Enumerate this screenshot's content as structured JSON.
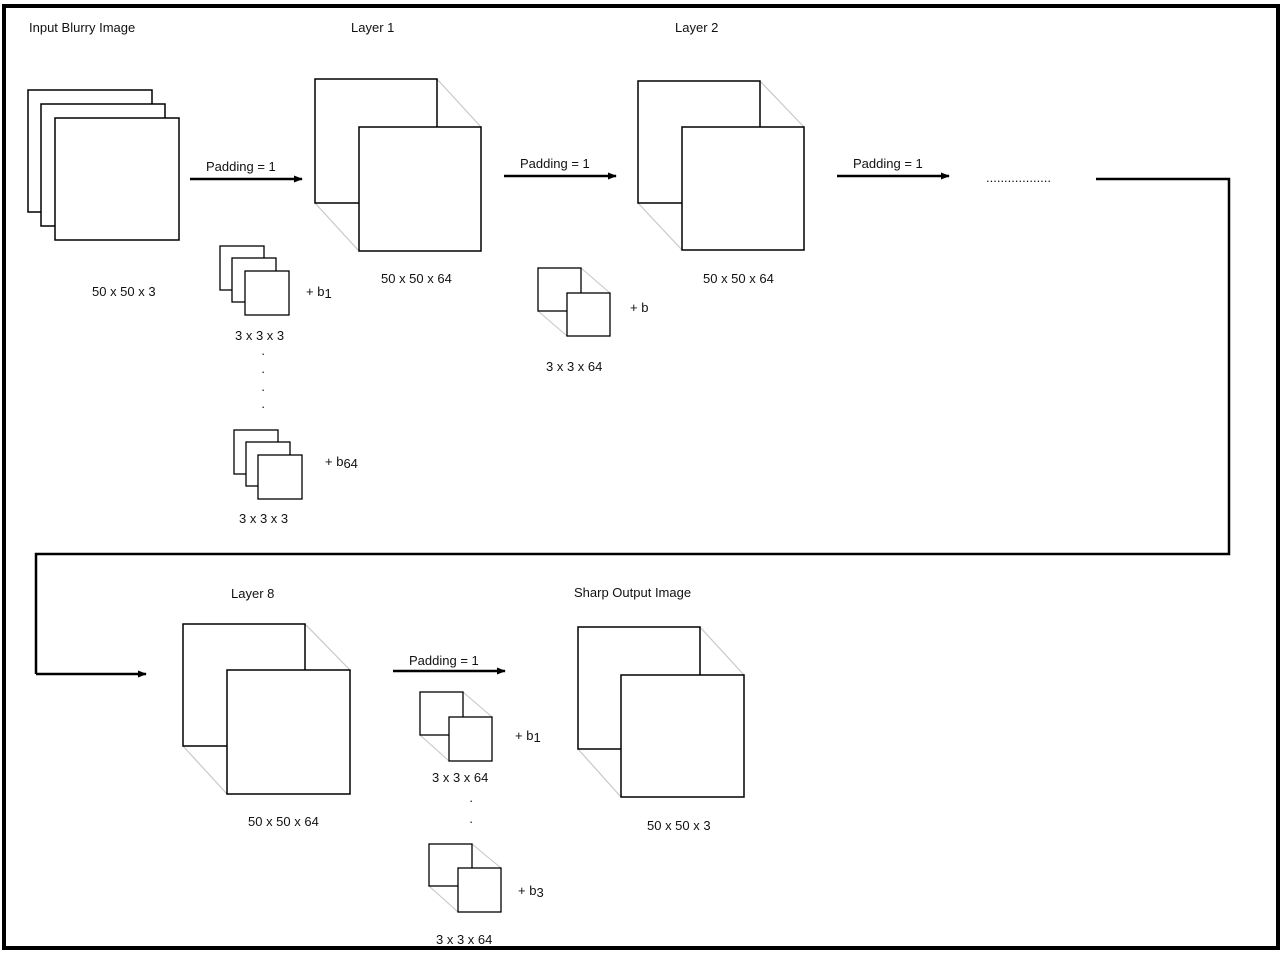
{
  "titles": {
    "input": "Input Blurry Image",
    "layer1": "Layer 1",
    "layer2": "Layer 2",
    "layer8": "Layer 8",
    "output": "Sharp Output Image"
  },
  "arrows": {
    "padding": "Padding = 1"
  },
  "ellipsis": {
    "continuation": ".................."
  },
  "dims": {
    "input": "50 x 50 x 3",
    "layer1": "50 x 50 x 64",
    "layer2": "50 x 50 x 64",
    "layer8": "50 x 50 x 64",
    "output": "50 x 50 x 3",
    "filter_3x3x3": "3 x 3 x 3",
    "filter_3x3x64": "3 x 3 x 64"
  },
  "bias": {
    "plus_b": "+ b",
    "sub_1": "1",
    "sub_64": "64",
    "sub_3": "3"
  },
  "vertical_dots": "·"
}
